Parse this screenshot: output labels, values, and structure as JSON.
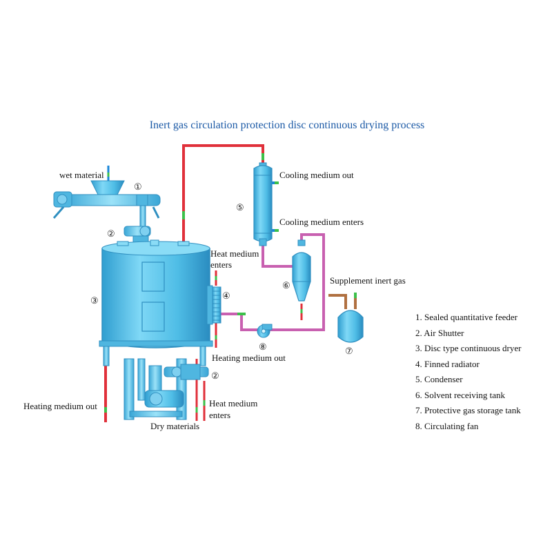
{
  "title": "Inert gas circulation protection disc continuous drying process",
  "labels": {
    "wet_material": "wet material",
    "cooling_medium_out": "Cooling medium out",
    "cooling_medium_enters": "Cooling medium enters",
    "heat_medium_enters_top_1": "Heat medium",
    "heat_medium_enters_top_2": "enters",
    "supplement_inert_gas": "Supplement inert gas",
    "heating_medium_out_right": "Heating medium out",
    "heating_medium_out_left": "Heating medium out",
    "heat_medium_enters_bottom_1": "Heat medium",
    "heat_medium_enters_bottom_2": "enters",
    "dry_materials": "Dry materials"
  },
  "markers": {
    "n1": "①",
    "n2_top": "②",
    "n2_bottom": "②",
    "n3": "③",
    "n4": "④",
    "n5": "⑤",
    "n6": "⑥",
    "n7": "⑦",
    "n8": "⑧"
  },
  "legend": [
    "1. Sealed quantitative feeder",
    "2. Air Shutter",
    "3. Disc type continuous dryer",
    "4. Finned radiator",
    "5. Condenser",
    "6. Solvent receiving tank",
    "7. Protective gas storage tank",
    "8. Circulating fan"
  ],
  "colors": {
    "equipment": "#5ec6ec",
    "equipment_dark": "#2f8fc0",
    "heat_pipe": "#e0303a",
    "gas_pipe": "#c860b0",
    "cooling_pipe": "#1a86d8",
    "green_marker": "#3cc04a",
    "title": "#1c5aa6"
  }
}
